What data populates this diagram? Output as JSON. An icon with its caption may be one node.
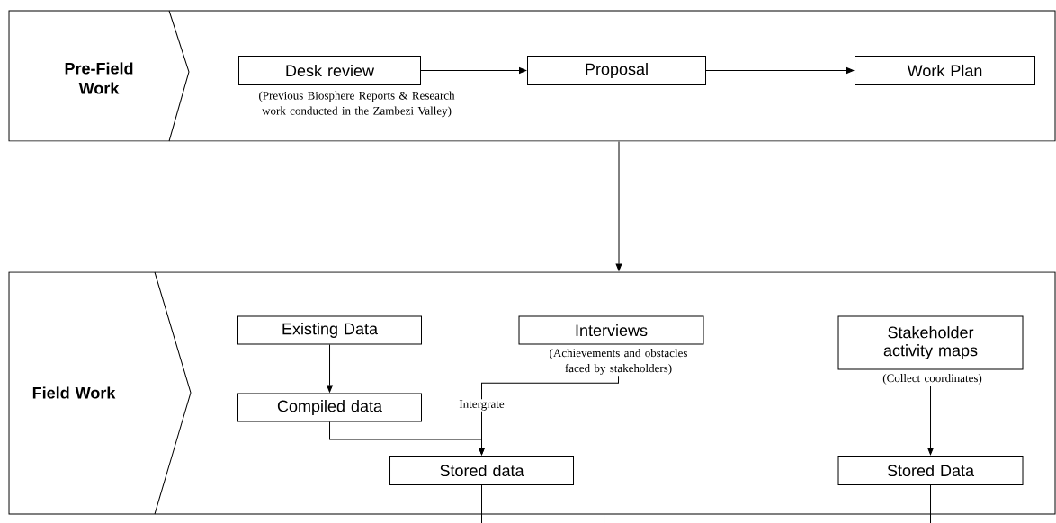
{
  "diagram": {
    "nodes": [
      {
        "text": [
          "Pre-Field Work"
        ]
      },
      {
        "text": [
          "Desk review"
        ],
        "in": 0,
        "beside": [
          "(Previous Biosphere Reports & Research work conducted in the Zambezi Valley)"
        ]
      },
      {
        "text": [
          "Proposal"
        ],
        "in": 0
      },
      {
        "text": [
          "Work Plan"
        ],
        "in": 0
      },
      {
        "text": [
          "Field Work"
        ]
      },
      {
        "text": [
          "Existing Data"
        ],
        "in": 4
      },
      {
        "text": [
          "Interviews"
        ],
        "in": 4,
        "beside": [
          "(Achievements and obstacles faced by stakeholders)"
        ]
      },
      {
        "text": [
          "Stakeholder activity maps"
        ],
        "in": 4,
        "beside": [
          "(Collect coordinates)"
        ]
      },
      {
        "text": [
          "Compiled data"
        ],
        "in": 4
      },
      {
        "text": [
          "Stored data"
        ],
        "in": 4
      },
      {
        "text": [
          "Stored Data"
        ],
        "in": 4
      }
    ],
    "edges": [
      {
        "from": 1,
        "to": 2,
        "arrow": "to"
      },
      {
        "from": 2,
        "to": 3,
        "arrow": "to"
      },
      {
        "from": 0,
        "to": 4,
        "arrow": "to"
      },
      {
        "from": 5,
        "to": 8,
        "arrow": "to"
      },
      {
        "from": 6,
        "to": 9,
        "arrow": "to",
        "label": "Intergrate"
      },
      {
        "from": 8,
        "to": 9,
        "arrow": "to"
      },
      {
        "from": 7,
        "to": 10,
        "arrow": "to"
      },
      {
        "from": 9,
        "to": null,
        "arrow": "none"
      },
      {
        "from": 4,
        "to": null,
        "arrow": "none"
      },
      {
        "from": 10,
        "to": null,
        "arrow": "none"
      }
    ]
  }
}
